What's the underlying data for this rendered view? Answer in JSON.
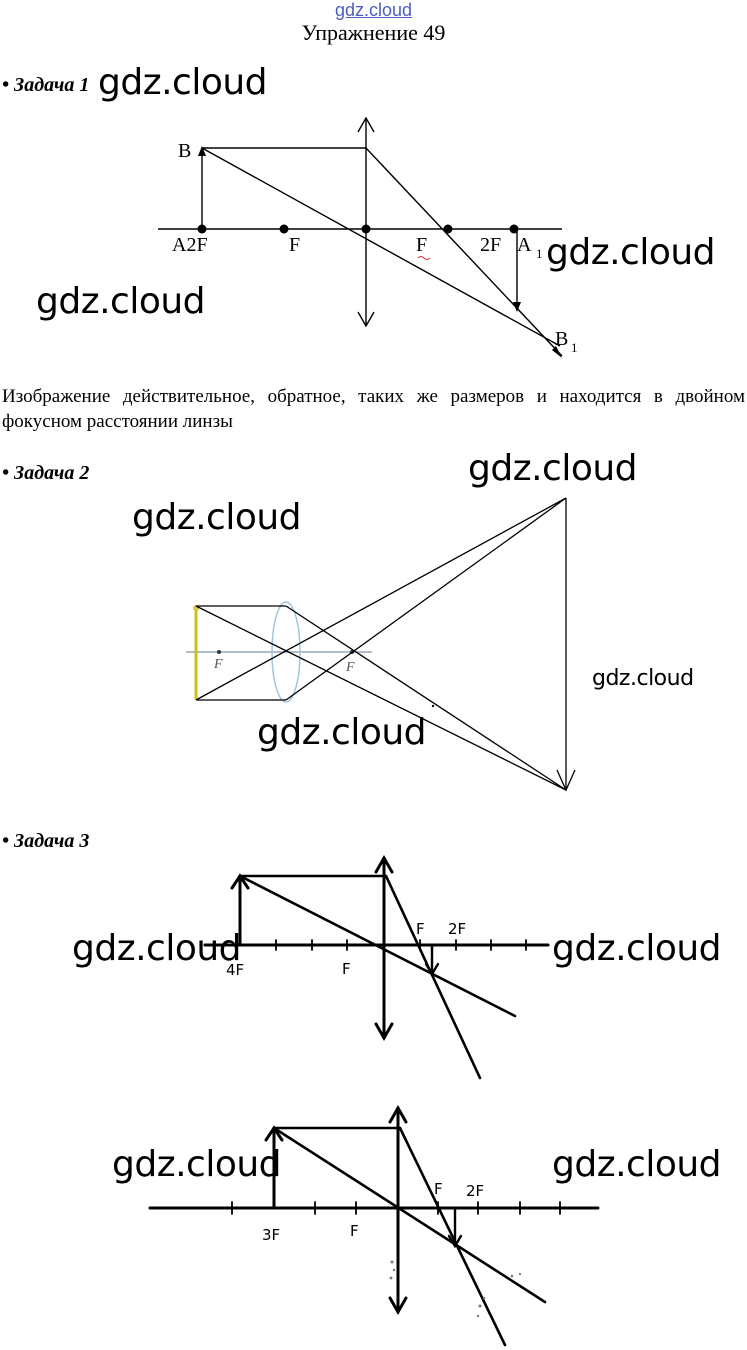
{
  "site_link": "gdz.cloud",
  "title": "Упражнение 49",
  "bullet": "•",
  "watermark": "gdz.cloud",
  "task1": {
    "label": "Задача 1",
    "labels": {
      "B": "B",
      "A2F": "A2F",
      "F_left": "F",
      "F_right": "F",
      "2F": "2F",
      "A1": "A",
      "A1_sub": "1",
      "B1": "B",
      "B1_sub": "1"
    },
    "description": "Изображение действительное, обратное, таких же размеров и находится в двойном фокусном расстоянии линзы"
  },
  "task2": {
    "label": "Задача 2",
    "labels": {
      "F_left": "F",
      "F_right": "F"
    }
  },
  "task3": {
    "label": "Задача 3",
    "diagram_a": {
      "4F": "4F",
      "F_left": "F",
      "F_right": "F",
      "2F": "2F"
    },
    "diagram_b": {
      "3F": "3F",
      "F_left": "F",
      "F_right": "F",
      "2F": "2F"
    }
  }
}
